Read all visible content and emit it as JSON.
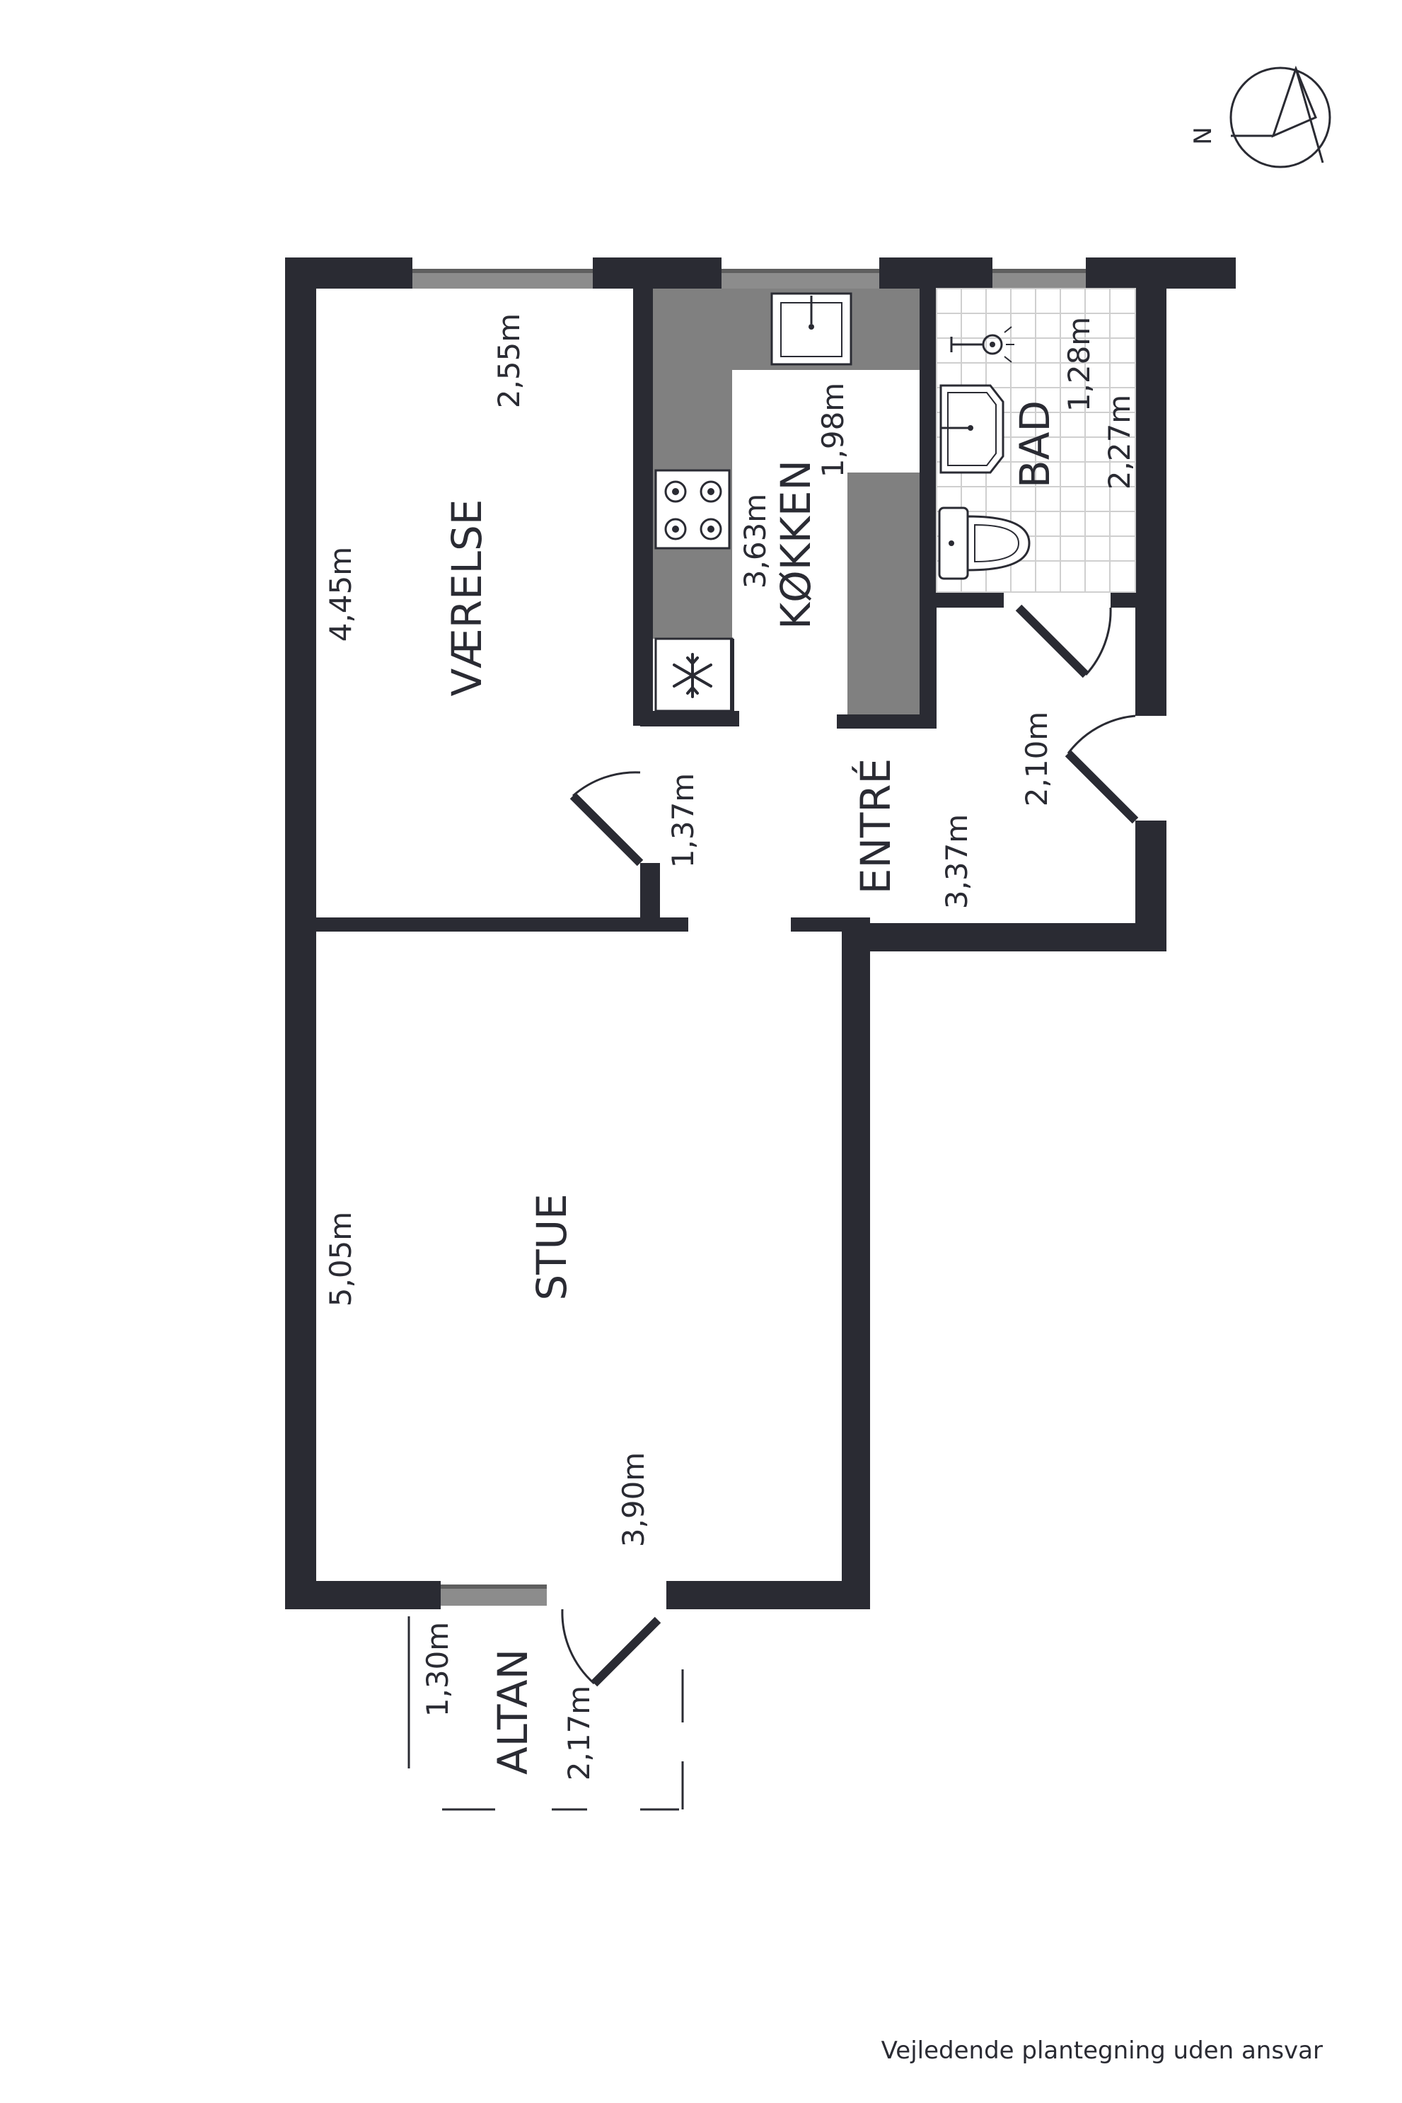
{
  "rooms": {
    "vaerelse": "VÆRELSE",
    "kokken": "KØKKEN",
    "bad": "BAD",
    "entre": "ENTRÉ",
    "stue": "STUE",
    "altan": "ALTAN"
  },
  "dimensions": {
    "vaerelse_width": "2,55m",
    "vaerelse_length": "4,45m",
    "passage": "1,37m",
    "kokken_width": "1,98m",
    "kokken_length": "3,63m",
    "bad_width": "1,28m",
    "bad_length": "2,27m",
    "entre_width": "2,10m",
    "entre_length": "3,37m",
    "stue_length": "5,05m",
    "stue_width": "3,90m",
    "altan_depth": "1,30m",
    "altan_width": "2,17m"
  },
  "compass": {
    "north_label": "N"
  },
  "footer": "Vejledende plantegning uden ansvar",
  "colors": {
    "wall": "#2a2b33",
    "window": "#8c8c8c",
    "cabinet": "#808080",
    "tile": "#cfcfcf"
  }
}
